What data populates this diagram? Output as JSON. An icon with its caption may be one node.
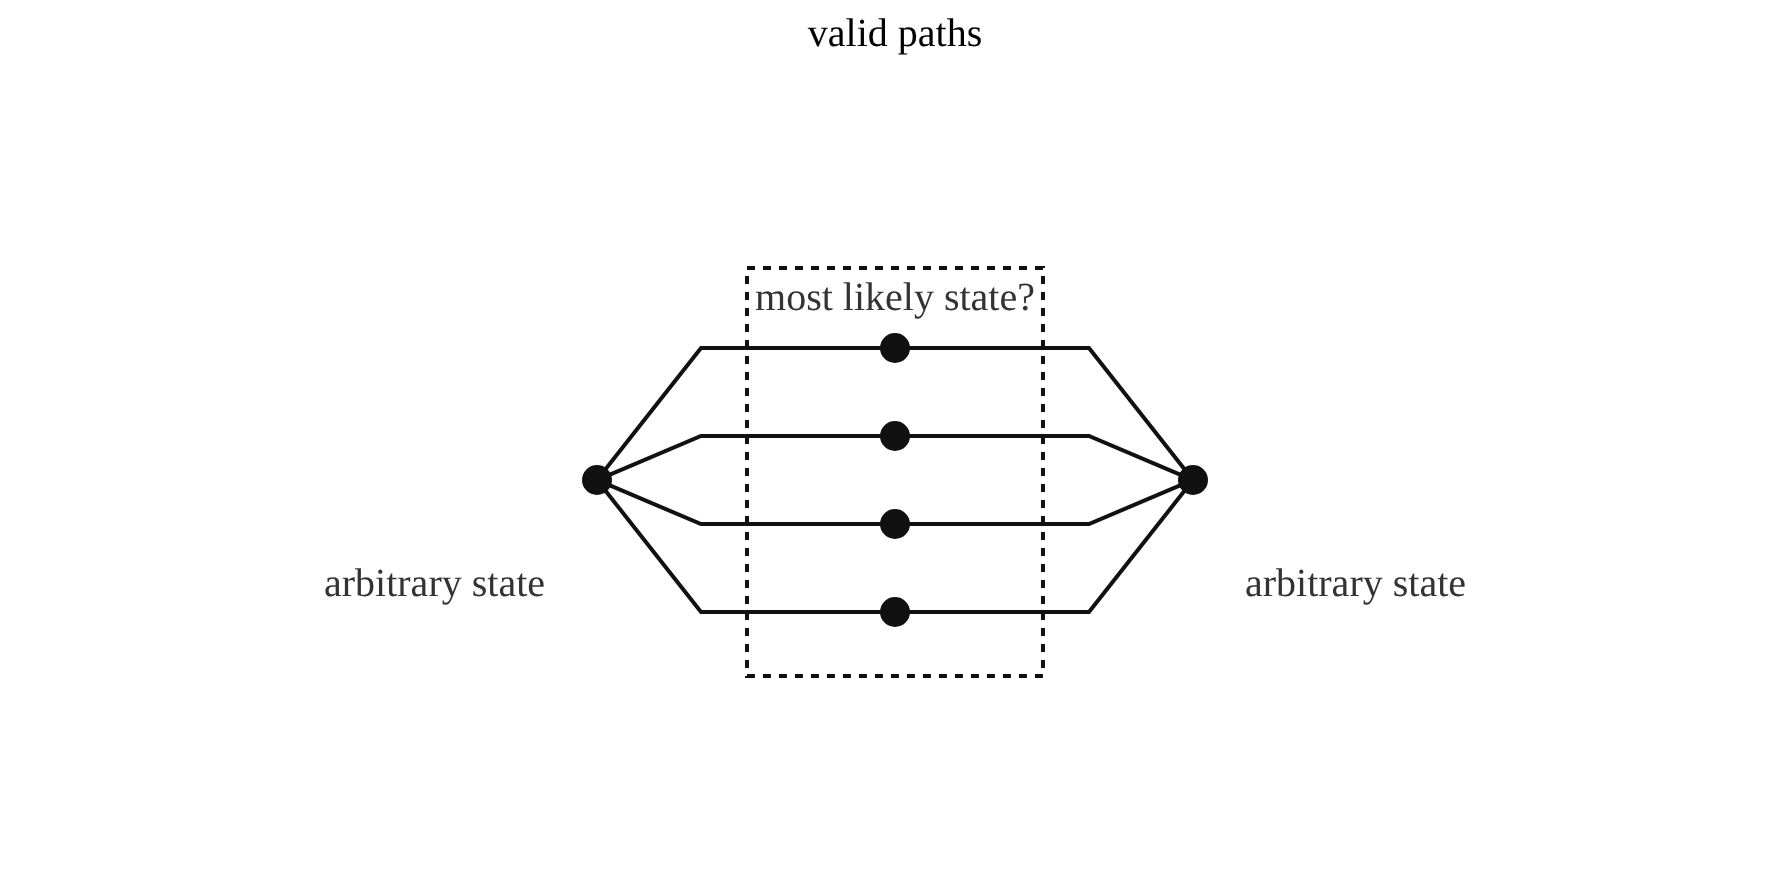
{
  "diagram": {
    "nodes": [
      {
        "text": [],
        "shape": "circle",
        "beside": [
          "arbitrary state"
        ]
      },
      {
        "text": [
          "most likely state?"
        ]
      },
      {
        "text": [],
        "shape": "circle",
        "in": 1
      },
      {
        "text": [],
        "shape": "circle",
        "in": 1
      },
      {
        "text": [],
        "shape": "circle",
        "in": 1
      },
      {
        "text": [],
        "shape": "circle",
        "in": 1
      },
      {
        "text": [],
        "shape": "circle",
        "beside": [
          "arbitrary state"
        ]
      }
    ],
    "edges": [
      {
        "from": 0,
        "to": 2,
        "arrow": "none"
      },
      {
        "from": 0,
        "to": 3,
        "arrow": "none"
      },
      {
        "from": 0,
        "to": 4,
        "arrow": "none"
      },
      {
        "from": 0,
        "to": 5,
        "arrow": "none"
      },
      {
        "from": 2,
        "to": 6,
        "arrow": "none"
      },
      {
        "from": 3,
        "to": 6,
        "arrow": "none"
      },
      {
        "from": 4,
        "to": 6,
        "arrow": "none"
      },
      {
        "from": 5,
        "to": 6,
        "arrow": "none"
      }
    ],
    "labels": [
      "valid paths"
    ]
  }
}
